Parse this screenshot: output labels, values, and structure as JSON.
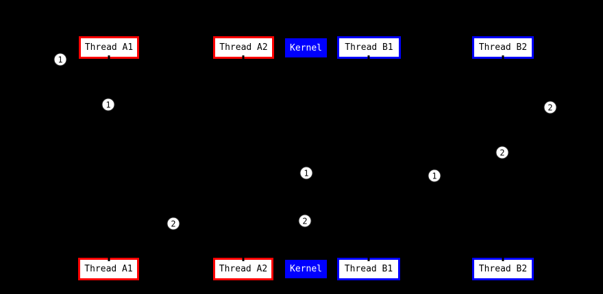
{
  "diagram": {
    "type": "sequence-diagram",
    "background": "#000000"
  },
  "colors": {
    "thread_a_border": "#ff0000",
    "thread_b_border": "#0000ff",
    "kernel_background": "#0000ff",
    "participant_fill": "#ffffff",
    "participant_text": "#000000",
    "kernel_text": "#ffffff",
    "badge_fill": "#ffffff",
    "badge_text": "#000000"
  },
  "participants": {
    "thread_a1": "Thread A1",
    "thread_a2": "Thread A2",
    "kernel": "Kernel",
    "thread_b1": "Thread B1",
    "thread_b2": "Thread B2"
  },
  "badges": [
    "1",
    "1",
    "2",
    "2",
    "1",
    "1",
    "2",
    "2"
  ]
}
